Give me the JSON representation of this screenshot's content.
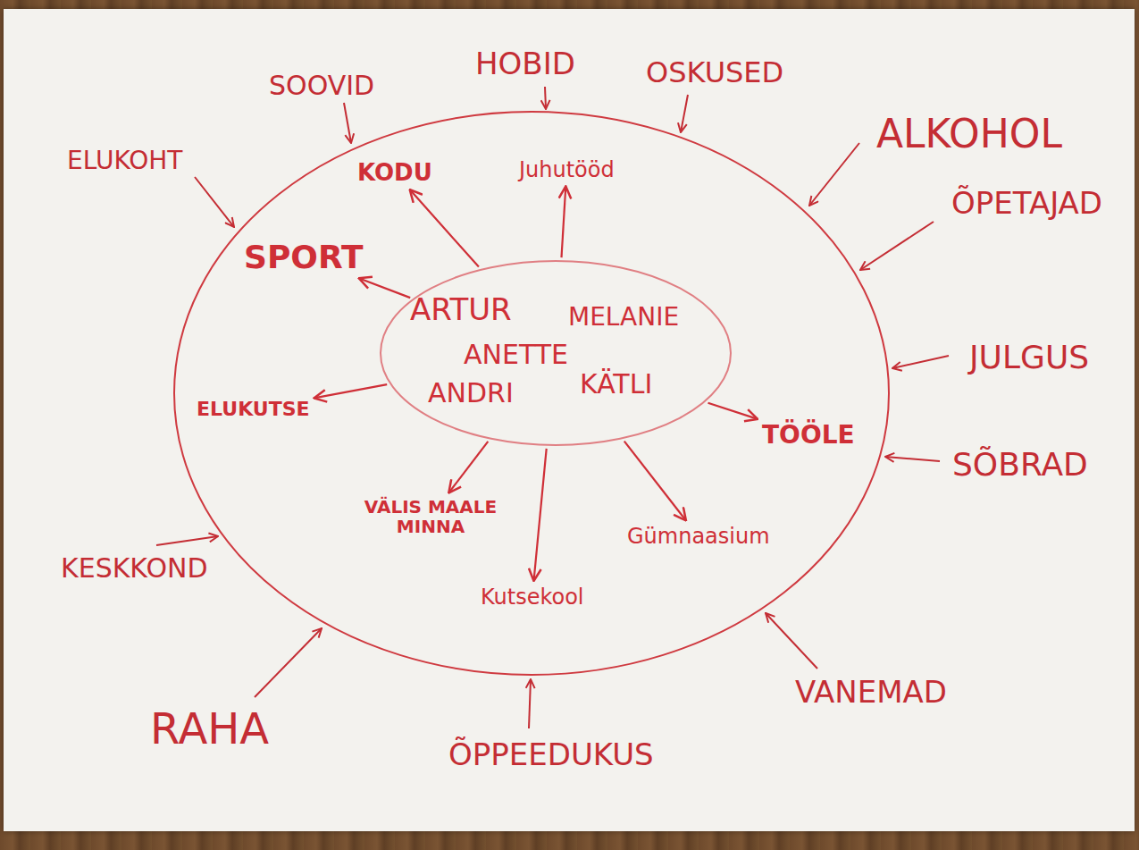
{
  "diagram": {
    "nodes": [
      {
        "text": [
          "ARTUR",
          "MELANIE",
          "ANETTE",
          "ANDRI",
          "KÄTLI"
        ]
      },
      {
        "text": [
          "KODU"
        ]
      },
      {
        "text": [
          "Juhutööd"
        ]
      },
      {
        "text": [
          "SPORT"
        ]
      },
      {
        "text": [
          "ELUKUTSE"
        ]
      },
      {
        "text": [
          "VÄLIS MAALE MINNA"
        ]
      },
      {
        "text": [
          "Kutsekool"
        ]
      },
      {
        "text": [
          "Gümnaasium"
        ]
      },
      {
        "text": [
          "TÖÖLE"
        ]
      }
    ],
    "edges": [
      {
        "from": 0,
        "to": 1,
        "arrow": "to"
      },
      {
        "from": 0,
        "to": 2,
        "arrow": "to"
      },
      {
        "from": 0,
        "to": 3,
        "arrow": "to"
      },
      {
        "from": 0,
        "to": 4,
        "arrow": "to"
      },
      {
        "from": 0,
        "to": 5,
        "arrow": "to"
      },
      {
        "from": 0,
        "to": 6,
        "arrow": "to"
      },
      {
        "from": 0,
        "to": 7,
        "arrow": "to"
      },
      {
        "from": 0,
        "to": 8,
        "arrow": "to"
      }
    ],
    "labels": [
      "SOOVID",
      "HOBID",
      "OSKUSED",
      "ALKOHOL",
      "ÕPETAJAD",
      "JULGUS",
      "SÕBRAD",
      "VANEMAD",
      "ÕPPEEDUKUS",
      "RAHA",
      "KESKKOND",
      "ELUKOHT"
    ]
  }
}
